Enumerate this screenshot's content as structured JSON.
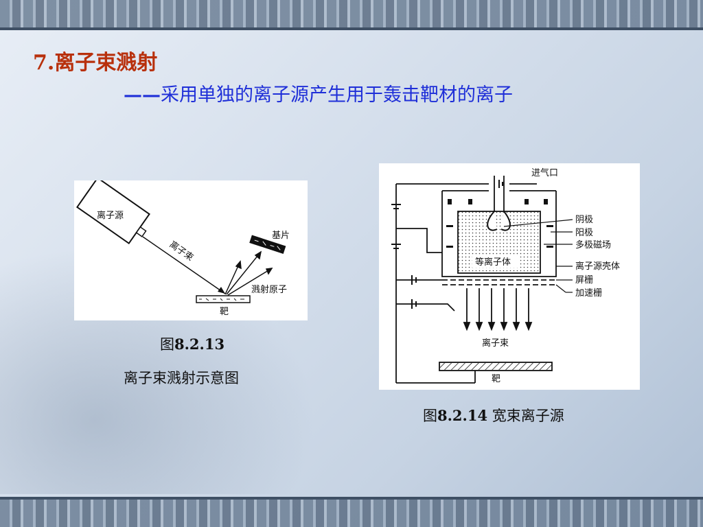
{
  "slide": {
    "title": "7.离子束溅射",
    "subtitle_dash": "——",
    "subtitle_text": "采用单独的离子源产生用于轰击靶材的离子"
  },
  "figure1": {
    "labels": {
      "source": "离子源",
      "beam": "离子束",
      "substrate": "基片",
      "sputtered": "溅射原子",
      "target": "靶"
    },
    "caption_prefix": "图",
    "caption_number": "8.2.13",
    "caption_text": "离子束溅射示意图"
  },
  "figure2": {
    "labels": {
      "gas_inlet": "进气口",
      "cathode": "阴极",
      "anode": "阳极",
      "multipole_field": "多极磁场",
      "source_shell": "离子源壳体",
      "screen_grid": "屏栅",
      "accel_grid": "加速栅",
      "plasma": "等离子体",
      "ion_beam": "离子束",
      "target": "靶"
    },
    "caption_prefix": "图",
    "caption_number": "8.2.14",
    "caption_text": "宽束离子源"
  }
}
